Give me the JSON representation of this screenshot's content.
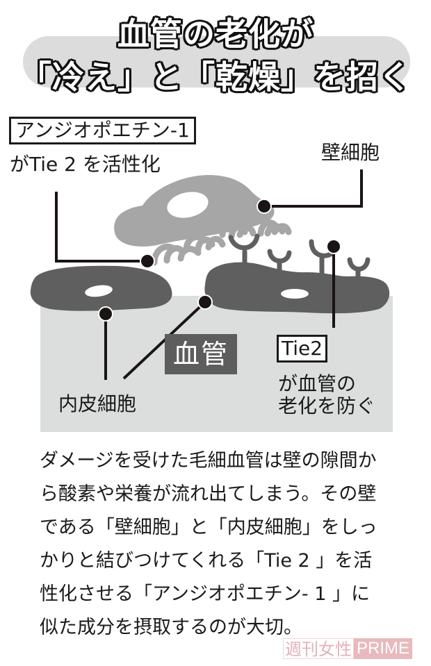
{
  "title": {
    "line1": "血管の老化が",
    "line2": "「冷え」と「乾燥」を招く",
    "pill_color": "#dcdcdc"
  },
  "diagram": {
    "labels": {
      "angiopoietin_box": "アンジオポエチン-1",
      "angiopoietin_sub": "がTie 2 を活性化",
      "pericyte": "壁細胞",
      "endothelial": "内皮細胞",
      "vessel": "血管",
      "tie2_box": "Tie2",
      "tie2_sub_1": "が血管の",
      "tie2_sub_2": "老化を防ぐ"
    },
    "colors": {
      "pericyte_cell": "#a6a6a6",
      "endothelial_cell": "#5f5f5f",
      "receptor": "#5f5f5f",
      "vessel_bg": "#dcdedd",
      "pointer": "#1a1414"
    }
  },
  "body_text": {
    "lines": [
      "ダメージを受けた毛細血管は壁の隙間か",
      "ら酸素や栄養が流れ出てしまう。その壁",
      "である「壁細胞」と「内皮細胞」をしっ",
      "かりと結びつけてくれる「Tie 2 」を活",
      "性化させる「アンジオポエチン- 1 」に",
      "似た成分を摂取するのが大切。"
    ]
  },
  "watermark": {
    "jp": "週刊女性",
    "en": "PRIME",
    "color": "#e9b9bd"
  }
}
